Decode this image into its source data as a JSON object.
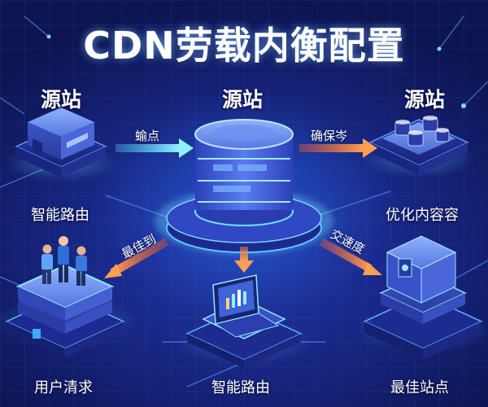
{
  "title": "CDN劳载内衡配置",
  "nodes": {
    "source_left": "源站",
    "source_center": "源站",
    "source_right": "源站",
    "smart_route_left": "智能路由",
    "optimize_content": "优化内容容",
    "user_request": "用户清求",
    "smart_route_bottom": "智能路由",
    "best_site": "最佳站点"
  },
  "arrows": {
    "to_center": "蝓点",
    "to_right": "确保岑",
    "to_user": "最佳到",
    "to_best": "交速度"
  },
  "colors": {
    "background": "#1a2a8c",
    "cyan_arrow": "#4fd0ff",
    "orange_arrow": "#ff7a3d",
    "node_glow": "#39c6ff"
  }
}
